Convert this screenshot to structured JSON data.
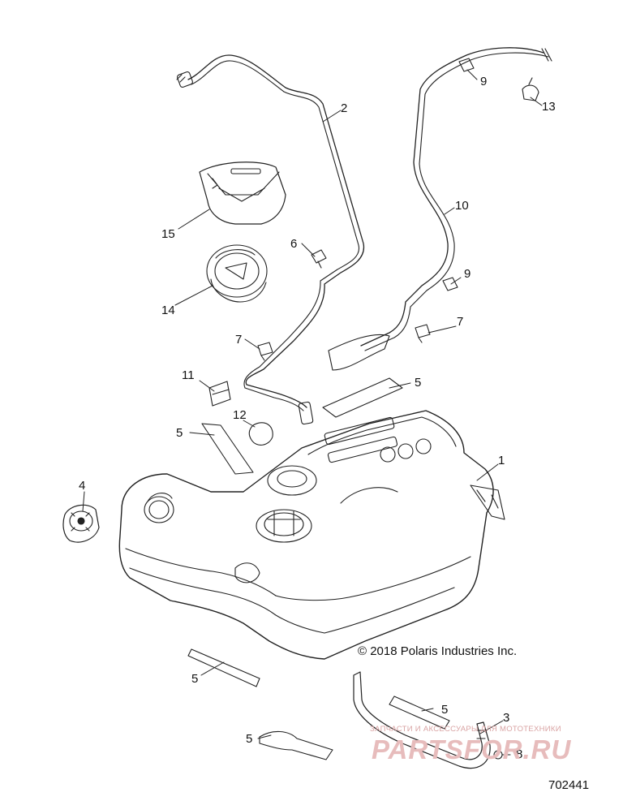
{
  "diagram": {
    "callouts": [
      {
        "id": "c1",
        "label": "1"
      },
      {
        "id": "c2",
        "label": "2"
      },
      {
        "id": "c3",
        "label": "3"
      },
      {
        "id": "c4",
        "label": "4"
      },
      {
        "id": "c5a",
        "label": "5"
      },
      {
        "id": "c5b",
        "label": "5"
      },
      {
        "id": "c5c",
        "label": "5"
      },
      {
        "id": "c5d",
        "label": "5"
      },
      {
        "id": "c5e",
        "label": "5"
      },
      {
        "id": "c6",
        "label": "6"
      },
      {
        "id": "c7a",
        "label": "7"
      },
      {
        "id": "c7b",
        "label": "7"
      },
      {
        "id": "c8",
        "label": "8"
      },
      {
        "id": "c9a",
        "label": "9"
      },
      {
        "id": "c9b",
        "label": "9"
      },
      {
        "id": "c10",
        "label": "10"
      },
      {
        "id": "c11",
        "label": "11"
      },
      {
        "id": "c12",
        "label": "12"
      },
      {
        "id": "c13",
        "label": "13"
      },
      {
        "id": "c14",
        "label": "14"
      },
      {
        "id": "c15",
        "label": "15"
      }
    ],
    "copyright": "© 2018 Polaris Industries Inc.",
    "diagram_number": "702441"
  },
  "watermark": {
    "tagline": "ЗАПЧАСТИ И АКСЕССУАРЫ ДЛЯ МОТОТЕХНИКИ",
    "logo_text": "PARTSFOR.RU"
  }
}
